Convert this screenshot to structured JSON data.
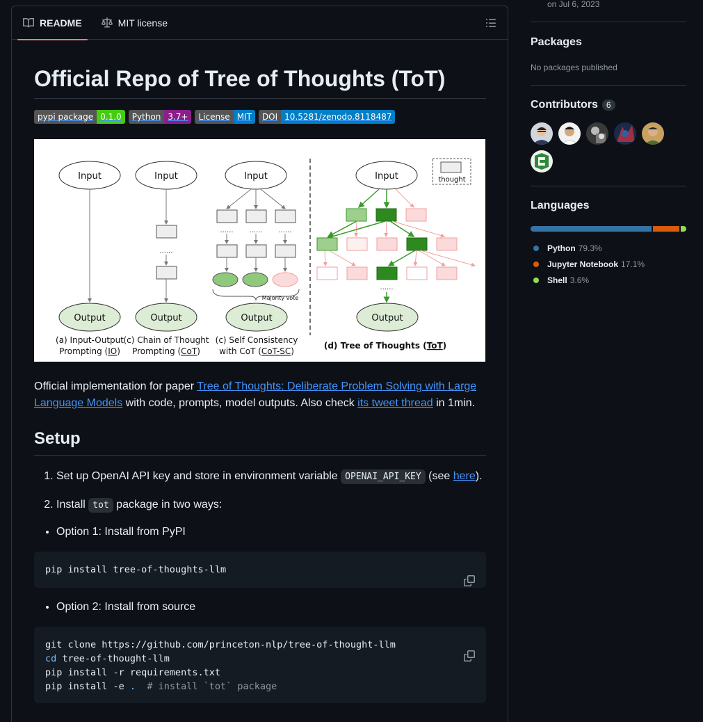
{
  "tabs": [
    {
      "label": "README",
      "icon": "book-icon"
    },
    {
      "label": "MIT license",
      "icon": "law-icon"
    }
  ],
  "readme": {
    "title": "Official Repo of Tree of Thoughts (ToT)",
    "badges": [
      {
        "left": "pypi package",
        "right": "0.1.0",
        "color": "#4c1"
      },
      {
        "left": "Python",
        "right": "3.7+",
        "color": "#8a1f8a"
      },
      {
        "left": "License",
        "right": "MIT",
        "color": "#007ec6"
      },
      {
        "left": "DOI",
        "right": "10.5281/zenodo.8118487",
        "color": "#007ec6"
      }
    ],
    "figure": {
      "input": "Input",
      "output": "Output",
      "thought": "thought",
      "majority_vote": "Majority vote",
      "dots": "......",
      "cap_a_1": "(a) Input-Output",
      "cap_a_2": "Prompting (",
      "cap_a_link": "IO",
      "cap_b_1": "(c) Chain of Thought",
      "cap_b_2": "Prompting (",
      "cap_b_link": "CoT",
      "cap_c_1": "(c) Self Consistency",
      "cap_c_2": "with CoT (",
      "cap_c_link": "CoT-SC",
      "cap_d": "(d) Tree of Thoughts (",
      "cap_d_link": "ToT",
      "close_paren": ")"
    },
    "intro_text1": "Official implementation for paper ",
    "intro_link1": "Tree of Thoughts: Deliberate Problem Solving with Large Language Models",
    "intro_text2": " with code, prompts, model outputs. Also check ",
    "intro_link2": "its tweet thread",
    "intro_text3": " in 1min.",
    "setup_heading": "Setup",
    "step1_text": "Set up OpenAI API key and store in environment variable ",
    "step1_code": "OPENAI_API_KEY",
    "step1_text2": " (see ",
    "step1_link": "here",
    "step1_text3": ").",
    "step2_text": "Install ",
    "step2_code": "tot",
    "step2_text2": " package in two ways:",
    "option1": "Option 1: Install from PyPI",
    "code1": "pip install tree-of-thoughts-llm",
    "option2": "Option 2: Install from source",
    "code2_line1": "git clone https://github.com/princeton-nlp/tree-of-thought-llm",
    "code2_line2_kw": "cd",
    "code2_line2": " tree-of-thought-llm",
    "code2_line3": "pip install -r requirements.txt",
    "code2_line4": "pip install -e ",
    "code2_line4_dot": ".",
    "code2_line4_comment": "  # install `tot` package"
  },
  "sidebar": {
    "release_date": "on Jul 6, 2023",
    "packages_title": "Packages",
    "packages_text": "No packages published",
    "contributors_title": "Contributors",
    "contributors_count": "6",
    "languages_title": "Languages",
    "languages": [
      {
        "name": "Python",
        "percent": "79.3%",
        "value": 79.3,
        "color": "#3572A5"
      },
      {
        "name": "Jupyter Notebook",
        "percent": "17.1%",
        "value": 17.1,
        "color": "#DA5B0B"
      },
      {
        "name": "Shell",
        "percent": "3.6%",
        "value": 3.6,
        "color": "#89e051"
      }
    ]
  }
}
